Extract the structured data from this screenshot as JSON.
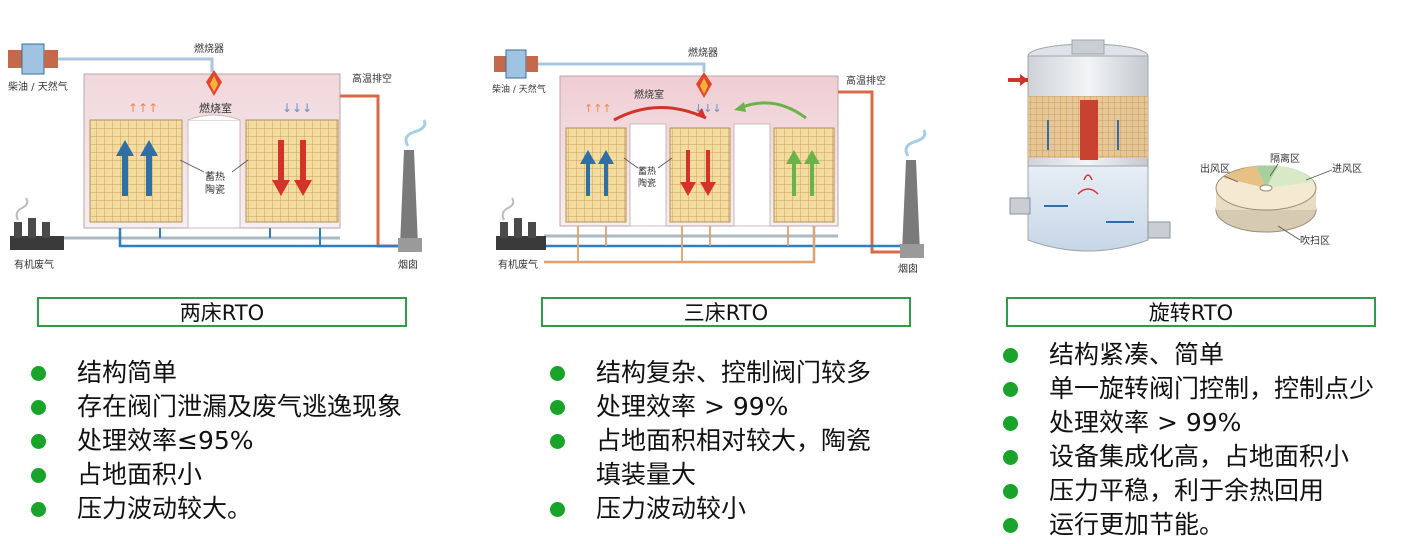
{
  "colors": {
    "accent_green": "#2e9d46",
    "bullet": "#1aa32a",
    "flow_blue": "#2f6fa8",
    "flow_red": "#d2342a",
    "flow_green": "#6ab34a",
    "chamber": "#f1d7dc",
    "ceramic": "#f2dca0"
  },
  "panels": [
    {
      "title": "两床RTO",
      "labels": {
        "fuel": "柴油 / 天然气",
        "burner": "燃烧器",
        "high_temp": "高温排空",
        "chamber": "燃烧室",
        "ceramic_1": "蓄热",
        "ceramic_2": "陶瓷",
        "waste_gas": "有机废气",
        "chimney": "烟囱"
      },
      "bullets": [
        {
          "text": "结构简单"
        },
        {
          "text": "存在阀门泄漏及废气逃逸现象"
        },
        {
          "text": "处理效率≤95%"
        },
        {
          "text": "占地面积小"
        },
        {
          "text": "压力波动较大。"
        }
      ]
    },
    {
      "title": "三床RTO",
      "labels": {
        "fuel": "柴油 / 天然气",
        "burner": "燃烧器",
        "high_temp": "高温排空",
        "chamber": "燃烧室",
        "ceramic_1": "蓄热",
        "ceramic_2": "陶瓷",
        "waste_gas": "有机废气",
        "chimney": "烟囱"
      },
      "bullets": [
        {
          "text": "结构复杂、控制阀门较多"
        },
        {
          "text": "处理效率 > 99%"
        },
        {
          "text": "占地面积相对较大，陶瓷"
        },
        {
          "text": "填装量大",
          "continuation": true
        },
        {
          "text": "压力波动较小"
        }
      ]
    },
    {
      "title": "旋转RTO",
      "labels": {
        "outlet": "出风区",
        "isolation": "隔离区",
        "inlet": "进风区",
        "purge": "吹扫区"
      },
      "bullets": [
        {
          "text": "结构紧凑、简单"
        },
        {
          "text": "单一旋转阀门控制，控制点少"
        },
        {
          "text": "处理效率 > 99%"
        },
        {
          "text": "设备集成化高，占地面积小"
        },
        {
          "text": "压力平稳，利于余热回用"
        },
        {
          "text": "运行更加节能。"
        }
      ]
    }
  ]
}
